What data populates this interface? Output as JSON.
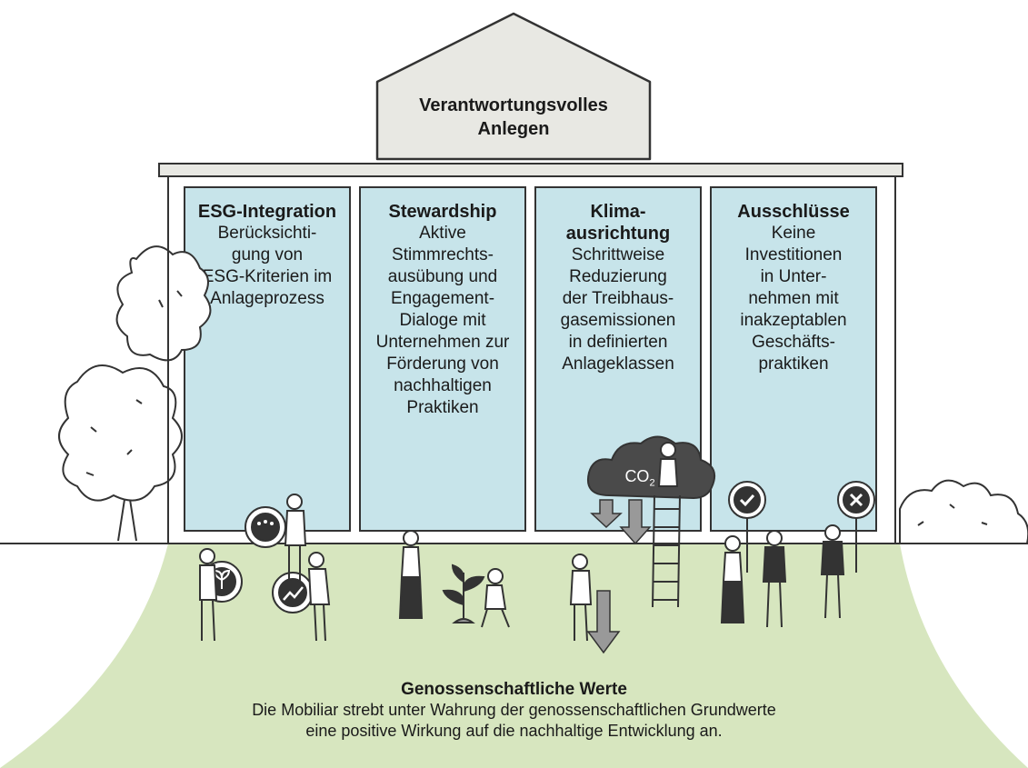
{
  "roof": {
    "title": "Verantwortungsvolles\nAnlegen"
  },
  "pillars": [
    {
      "title": "ESG-Integration",
      "text": "Berücksichti-\ngung von\nESG-Kriterien im\nAnlageprozess"
    },
    {
      "title": "Stewardship",
      "text": "Aktive\nStimmrechts-\nausübung und\nEngagement-\nDialoge mit\nUnternehmen zur\nFörderung von\nnachhaltigen\nPraktiken"
    },
    {
      "title": "Klima-\nausrichtung",
      "text": "Schrittweise\nReduzierung\nder Treibhaus-\ngasemissionen\nin definierten\nAnlageklassen"
    },
    {
      "title": "Ausschlüsse",
      "text": "Keine\nInvestitionen\nin Unter-\nnehmen mit\ninakzeptablen\nGeschäfts-\npraktiken"
    }
  ],
  "cloud": {
    "label": "CO",
    "sub": "2"
  },
  "foundation": {
    "title": "Genossenschaftliche Werte",
    "text": "Die Mobiliar strebt unter Wahrung der genossenschaftlichen Grundwerte\neine positive Wirkung auf die nachhaltige Entwicklung an."
  },
  "colors": {
    "pillar": "#c7e4ea",
    "roof": "#e8e8e3",
    "ground": "#d7e6bf",
    "outline": "#333333"
  }
}
